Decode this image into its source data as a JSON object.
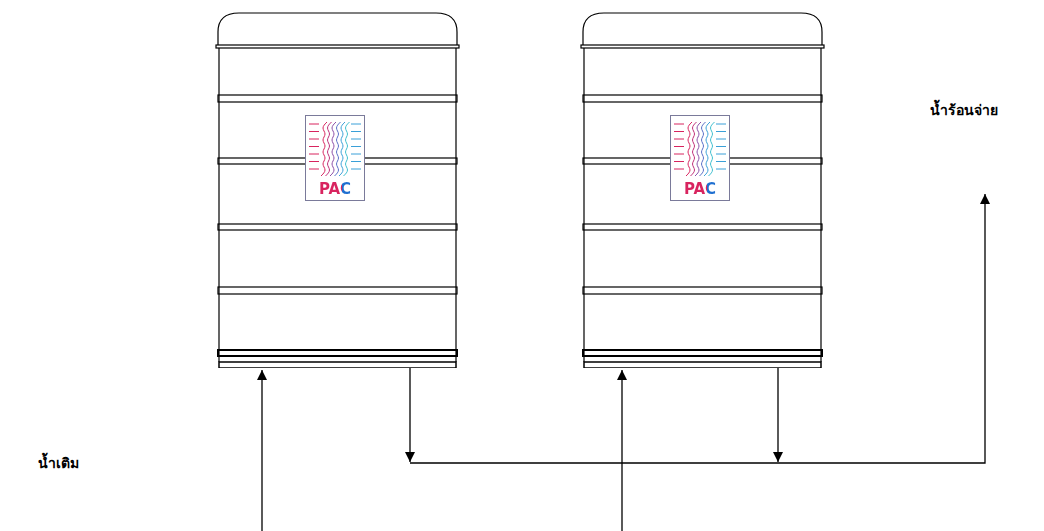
{
  "diagram": {
    "nodes": [
      {
        "text": [
          "PAC"
        ]
      },
      {
        "text": [
          "PAC"
        ]
      }
    ],
    "labels": [
      "น้ำร้อนจ่าย",
      "น้ำเติม"
    ]
  }
}
